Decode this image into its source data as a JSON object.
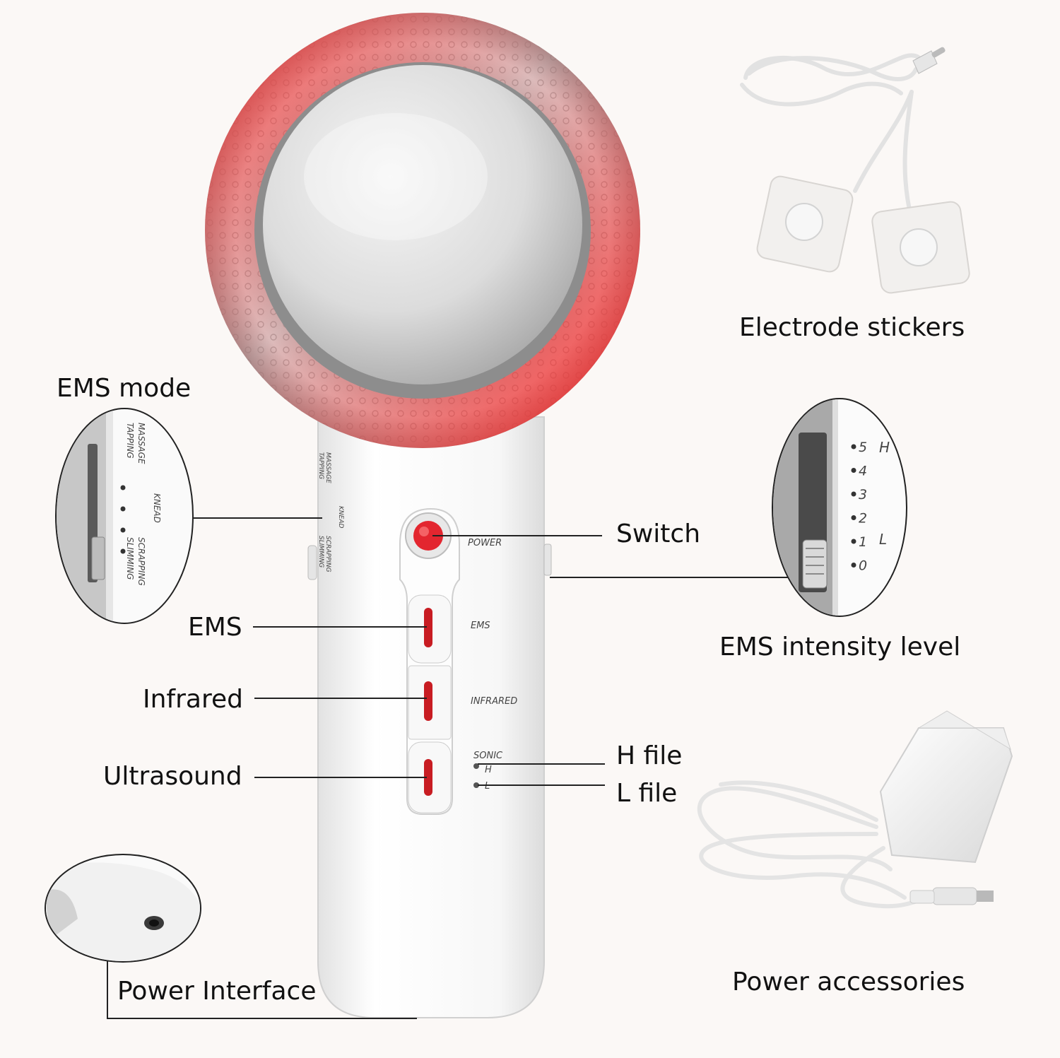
{
  "callouts": {
    "ems_mode": "EMS mode",
    "switch": "Switch",
    "ems": "EMS",
    "infrared": "Infrared",
    "ultrasound": "Ultrasound",
    "h_file": "H file",
    "l_file": "L file",
    "electrode_stickers": "Electrode stickers",
    "ems_intensity_level": "EMS intensity level",
    "power_accessories": "Power accessories",
    "power_interface": "Power Interface"
  },
  "device_print": {
    "power": "POWER",
    "ems": "EMS",
    "infrared": "INFRARED",
    "sonic": "SONIC",
    "h": "H",
    "l": "L",
    "massage": "MASSAGE",
    "tapping": "TAPPING",
    "knead": "KNEAD",
    "scrapping": "SCRAPPING",
    "slimming": "SLIMMING"
  },
  "intensity_scale": {
    "levels": [
      "5",
      "4",
      "3",
      "2",
      "1",
      "0"
    ],
    "high": "H",
    "low": "L"
  },
  "colors": {
    "accent_red": "#e3262f",
    "device_white": "#f4f4f4",
    "ring_silver": "#c9c6c6"
  }
}
